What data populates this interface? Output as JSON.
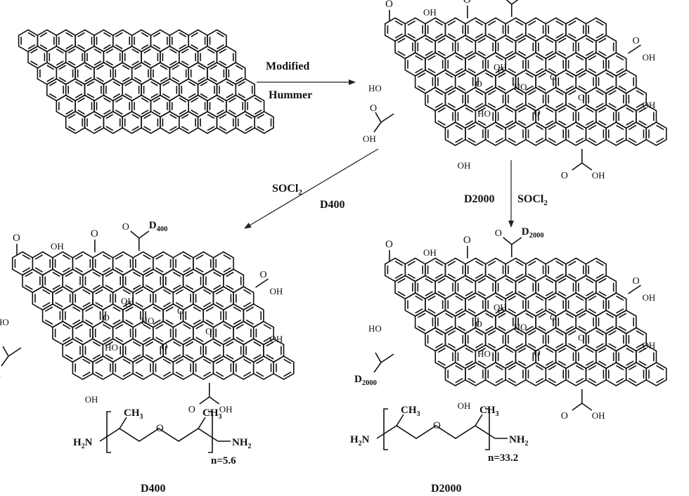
{
  "reaction_steps": {
    "step1_line1": "Modified",
    "step1_line2": "Hummer",
    "left_reagent_line1_main": "SOCl",
    "left_reagent_line1_sub": "2",
    "left_reagent_line2": "D400",
    "right_reagent_left": "D2000",
    "right_reagent_main": "SOCl",
    "right_reagent_sub": "2"
  },
  "go_groups": {
    "oh": "OH",
    "ho": "HO",
    "cooh": "OH",
    "carbonyl_o": "O",
    "epoxide_o": "O"
  },
  "amine_substituents": {
    "d400_main": "D",
    "d400_sub": "400",
    "d2000_main": "D",
    "d2000_sub": "2000"
  },
  "polymers": [
    {
      "h2n_main": "H",
      "h2n_sub": "2",
      "h2n_tail": "N",
      "ch3_main": "CH",
      "ch3_sub": "3",
      "ether_o": "O",
      "nh2_main": "NH",
      "nh2_sub": "2",
      "repeat": "n=5.6",
      "caption": "D400"
    },
    {
      "h2n_main": "H",
      "h2n_sub": "2",
      "h2n_tail": "N",
      "ch3_main": "CH",
      "ch3_sub": "3",
      "ether_o": "O",
      "nh2_main": "NH",
      "nh2_sub": "2",
      "repeat": "n=33.2",
      "caption": "D2000"
    }
  ]
}
